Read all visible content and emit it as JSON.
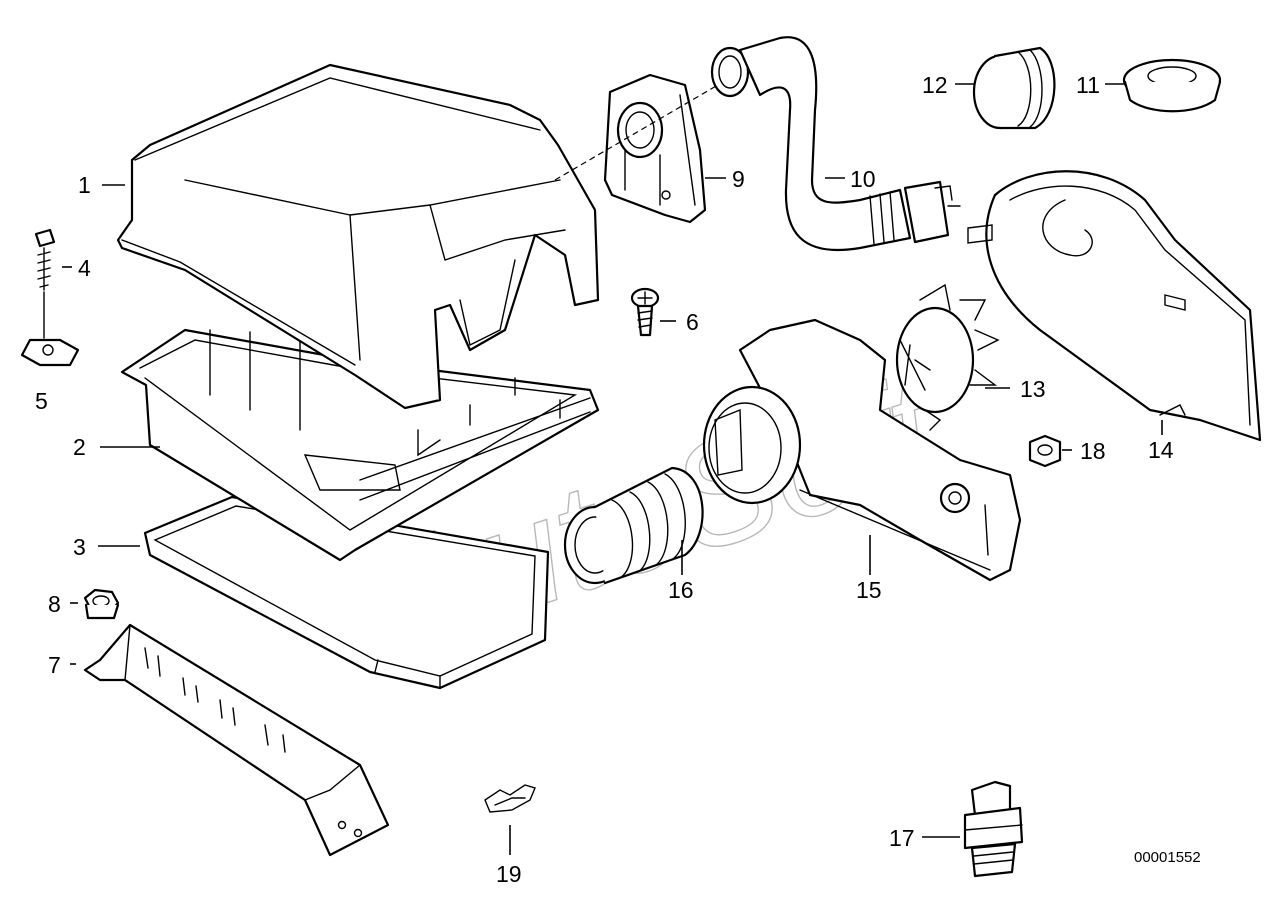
{
  "diagram": {
    "document_number": "00001552",
    "watermark": "AutoSoft",
    "callouts": [
      "1",
      "2",
      "3",
      "4",
      "5",
      "6",
      "7",
      "8",
      "9",
      "10",
      "11",
      "12",
      "13",
      "14",
      "15",
      "16",
      "17",
      "18",
      "19"
    ]
  }
}
